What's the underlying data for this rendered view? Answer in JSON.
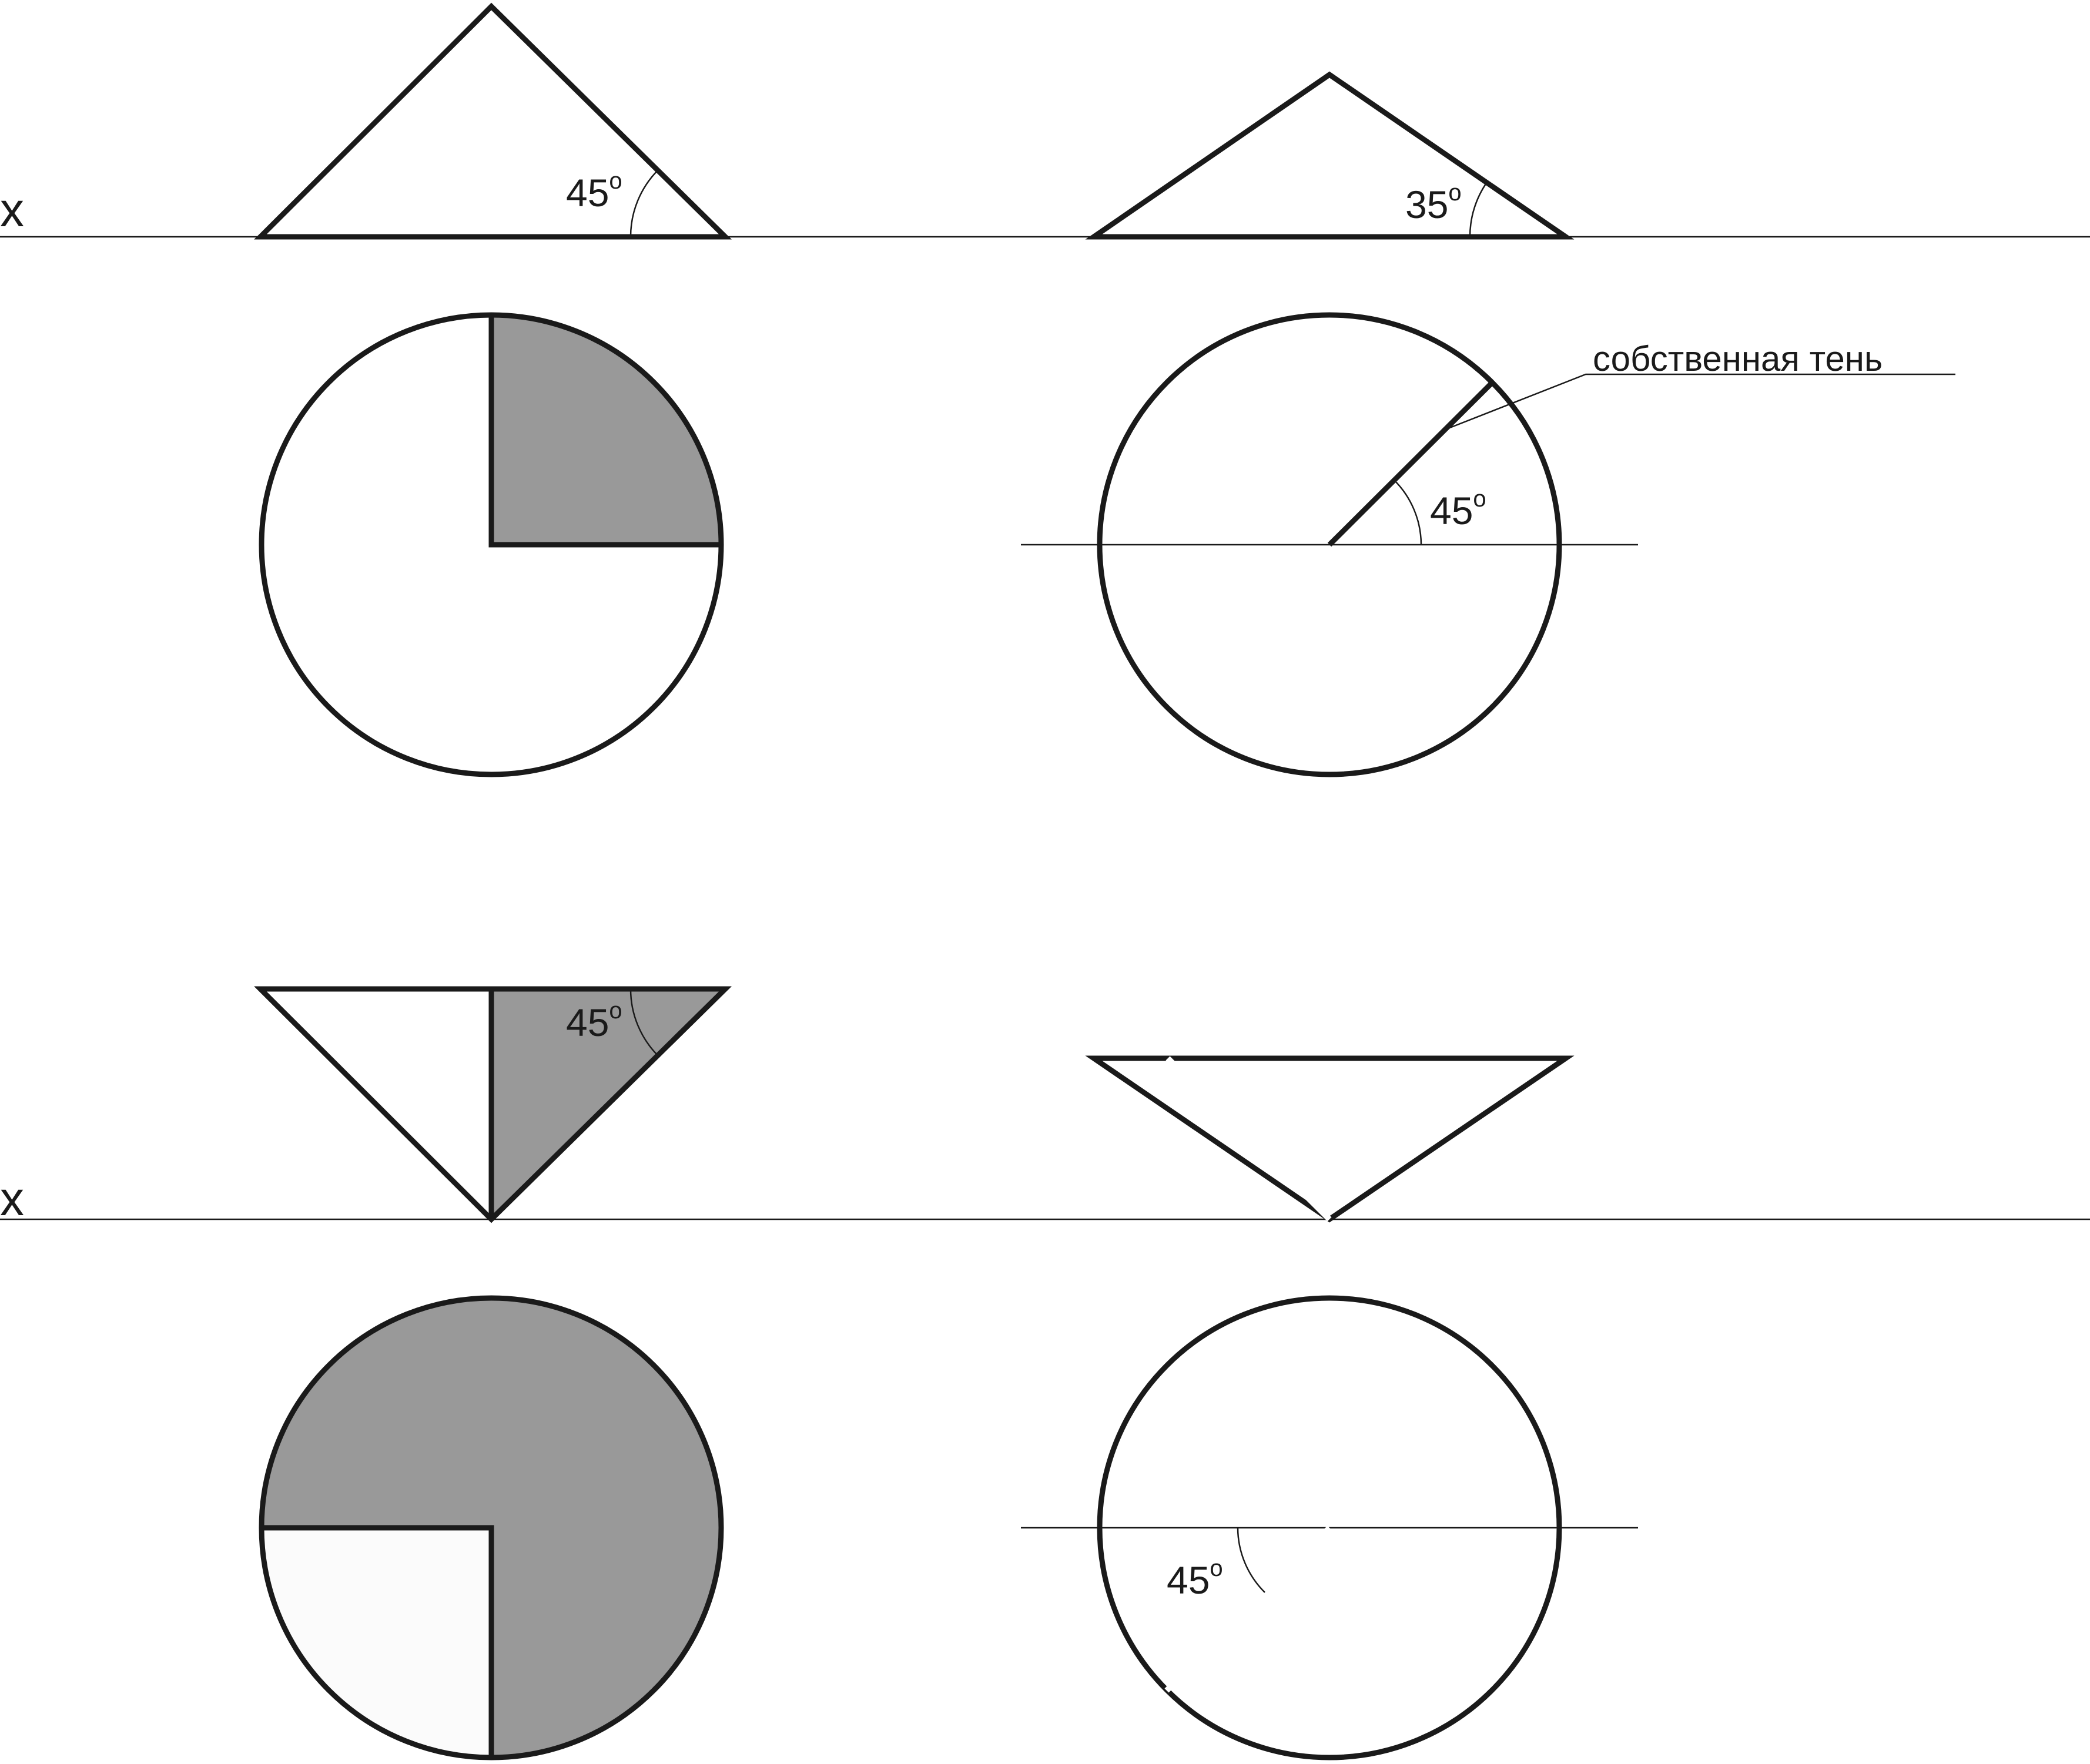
{
  "colors": {
    "background": "#ffffff",
    "stroke": "#1a1a1a",
    "shadow": "#999999",
    "highlight": "#ffffff",
    "light_fill": "#fbfbfb"
  },
  "axis_label_top": "x",
  "axis_label_bottom": "x",
  "angles": {
    "top_left_triangle": "45",
    "top_right_triangle": "35",
    "top_right_circle": "45",
    "bottom_left_triangle": "45",
    "bottom_right_circle": "45"
  },
  "degree_mark": "o",
  "callout_label": "собственная тень"
}
